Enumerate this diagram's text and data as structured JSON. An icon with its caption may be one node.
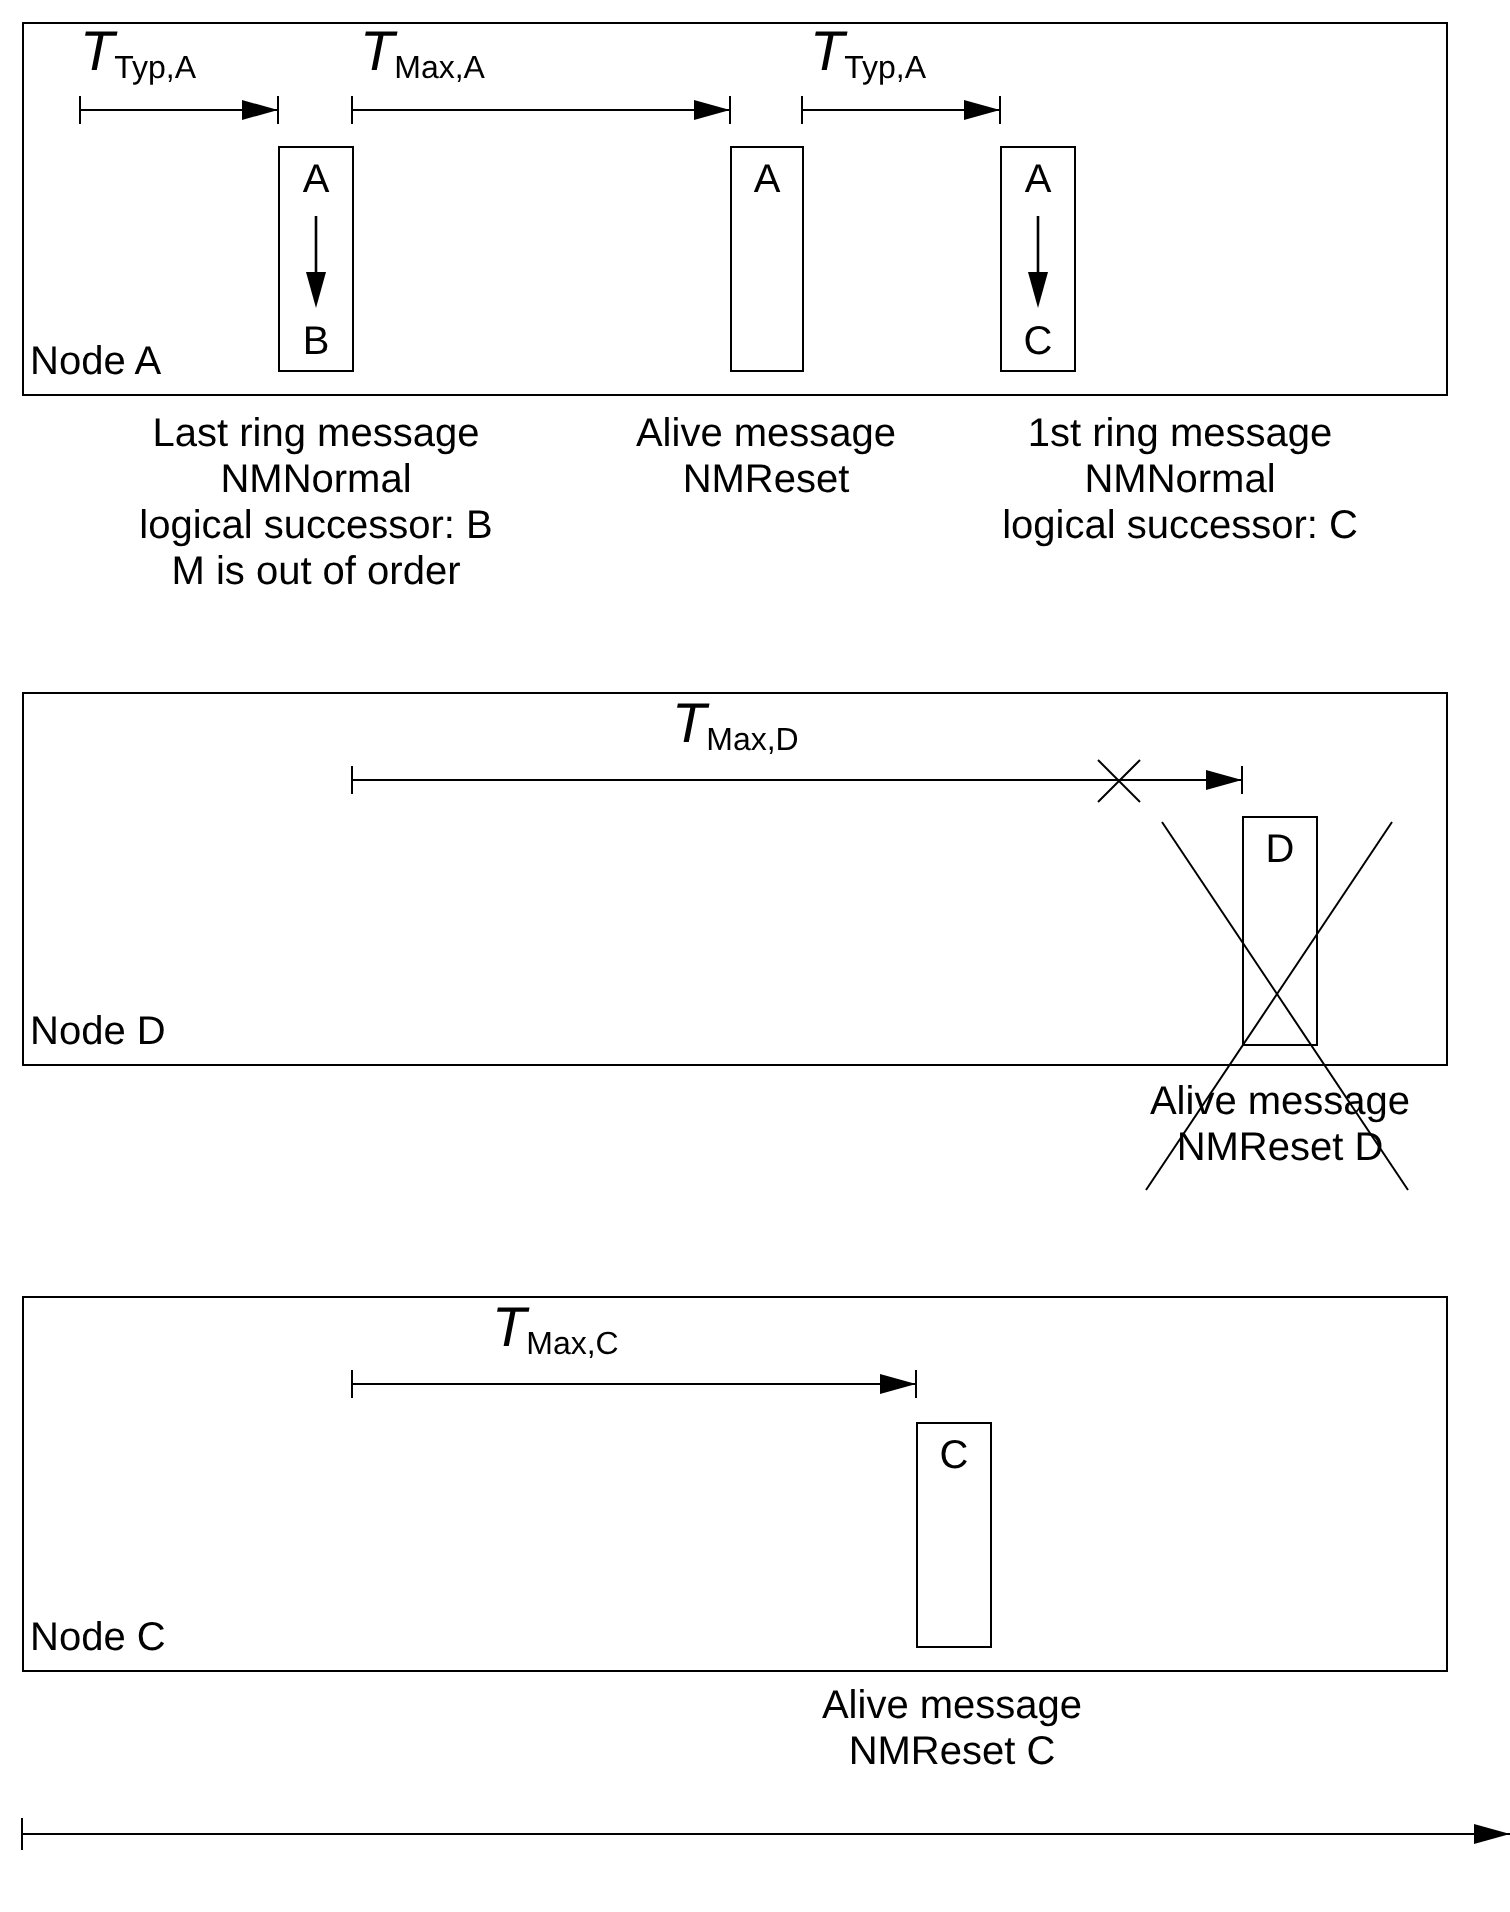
{
  "diagram": {
    "nodes": [
      {
        "text": [
          "Node A"
        ]
      },
      {
        "text": [
          "A",
          "B"
        ],
        "in": 0,
        "beside": [
          "Last ring message",
          "NMNormal",
          "logical successor: B",
          "M is out of order"
        ]
      },
      {
        "text": [
          "A"
        ],
        "in": 0,
        "beside": [
          "Alive message",
          "NMReset"
        ]
      },
      {
        "text": [
          "A",
          "C"
        ],
        "in": 0,
        "beside": [
          "1st ring message",
          "NMNormal",
          "logical successor: C"
        ]
      },
      {
        "text": [
          "Node D"
        ]
      },
      {
        "text": [
          "D"
        ],
        "in": 4,
        "beside": [
          "Alive message",
          "NMReset D"
        ]
      },
      {
        "text": [
          "Node C"
        ]
      },
      {
        "text": [
          "C"
        ],
        "in": 6,
        "beside": [
          "Alive message",
          "NMReset C"
        ]
      }
    ],
    "labels": [
      "*T*$_{Typ,A}$",
      "*T*$_{Max,A}$",
      "*T*$_{Typ,A}$",
      "*T*$_{Max,D}$",
      "*T*$_{Max,C}$"
    ]
  }
}
